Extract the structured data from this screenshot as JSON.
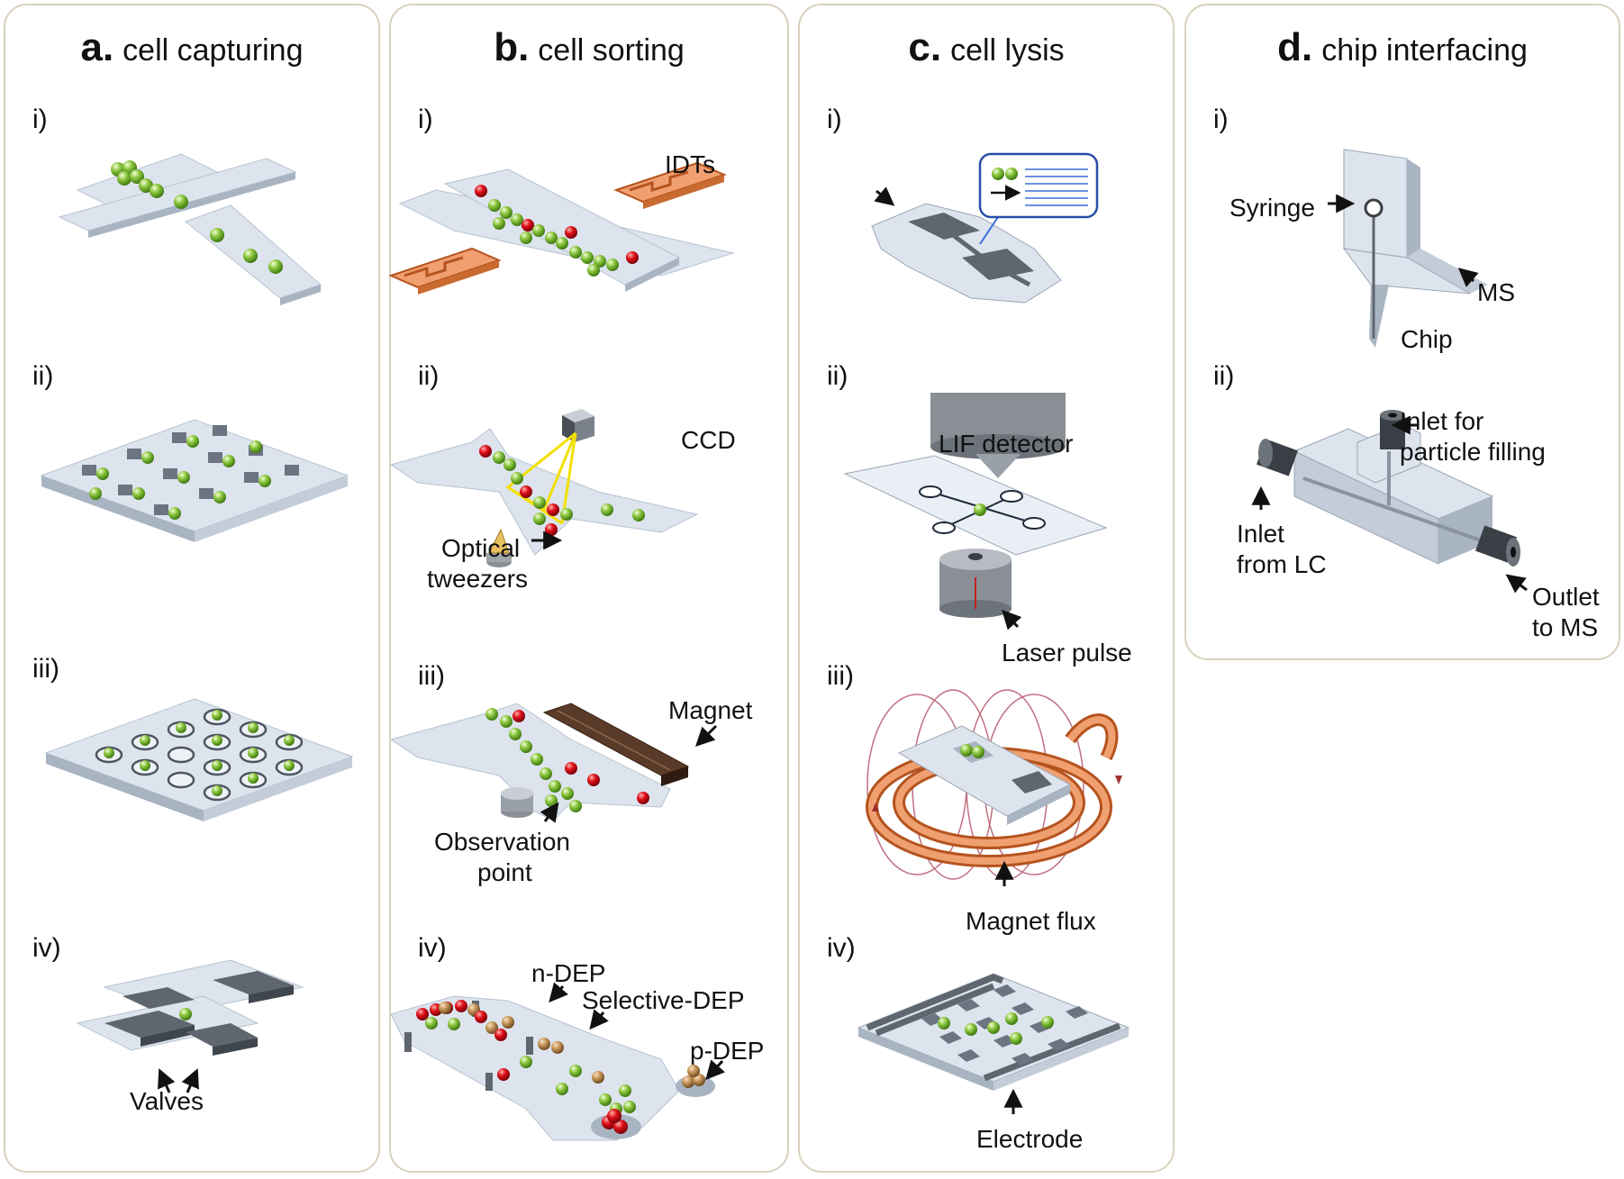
{
  "panels": {
    "a": {
      "letter": "a.",
      "title": "cell capturing",
      "items": [
        "i)",
        "ii)",
        "iii)",
        "iv)"
      ],
      "labels": {
        "valves": "Valves"
      }
    },
    "b": {
      "letter": "b.",
      "title": "cell sorting",
      "items": [
        "i)",
        "ii)",
        "iii)",
        "iv)"
      ],
      "labels": {
        "idts": "IDTs",
        "ccd": "CCD",
        "optical_1": "Optical",
        "optical_2": "tweezers",
        "magnet": "Magnet",
        "observation_1": "Observation",
        "observation_2": "point",
        "ndep": "n-DEP",
        "selective_dep": "Selective-DEP",
        "pdep": "p-DEP"
      }
    },
    "c": {
      "letter": "c.",
      "title": "cell lysis",
      "items": [
        "i)",
        "ii)",
        "iii)",
        "iv)"
      ],
      "labels": {
        "lif": "LIF detector",
        "laser": "Laser pulse",
        "flux": "Magnet flux",
        "electrode": "Electrode"
      }
    },
    "d": {
      "letter": "d.",
      "title": "chip interfacing",
      "items": [
        "i)",
        "ii)"
      ],
      "labels": {
        "syringe": "Syringe",
        "ms": "MS",
        "chip": "Chip",
        "inlet_particle_1": "Inlet for",
        "inlet_particle_2": "particle filling",
        "inlet_lc_1": "Inlet",
        "inlet_lc_2": "from LC",
        "outlet_1": "Outlet",
        "outlet_2": "to MS"
      }
    }
  },
  "colors": {
    "panel_border": "#d9d1bd",
    "chip": "#dde4ee",
    "cell_green": "#8cc63f",
    "cell_red": "#e0101a",
    "cell_tan": "#c8965a",
    "electrode_orange": "#e8955a",
    "valve_gray": "#5f6670",
    "laser_yellow": "#f2e000"
  }
}
